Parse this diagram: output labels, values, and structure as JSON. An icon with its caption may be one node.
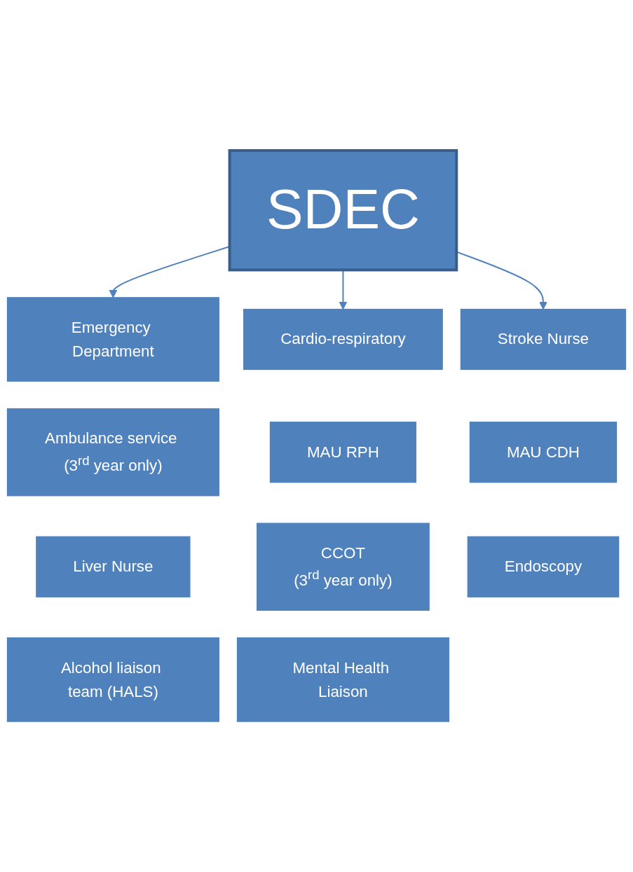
{
  "diagram": {
    "nodes": [
      {
        "text": [
          "SDEC"
        ]
      },
      {
        "text": [
          "Emergency Department"
        ]
      },
      {
        "text": [
          "Cardio-respiratory"
        ]
      },
      {
        "text": [
          "Stroke Nurse"
        ]
      },
      {
        "text": [
          "Ambulance service (3$^{rd}$ year only)"
        ]
      },
      {
        "text": [
          "MAU RPH"
        ]
      },
      {
        "text": [
          "MAU CDH"
        ]
      },
      {
        "text": [
          "Liver Nurse"
        ]
      },
      {
        "text": [
          "CCOT",
          "(3$^{rd}$ year only)"
        ]
      },
      {
        "text": [
          "Endoscopy"
        ]
      },
      {
        "text": [
          "Alcohol liaison team (HALS)"
        ]
      },
      {
        "text": [
          "Mental Health Liaison"
        ]
      }
    ],
    "edges": [
      {
        "from": 0,
        "to": 1,
        "arrow": "to"
      },
      {
        "from": 0,
        "to": 2,
        "arrow": "to"
      },
      {
        "from": 0,
        "to": 3,
        "arrow": "to"
      }
    ]
  }
}
